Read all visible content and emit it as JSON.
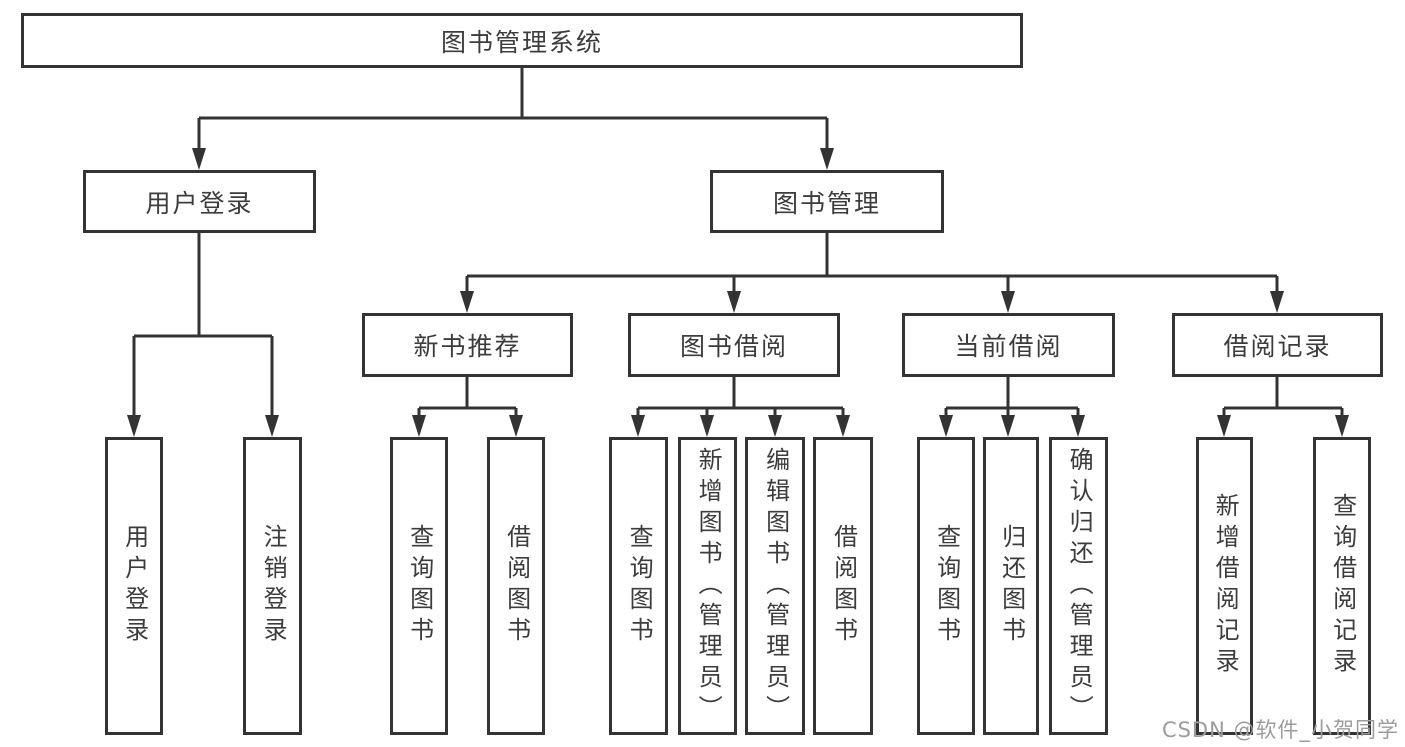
{
  "tree": {
    "root": "图书管理系统",
    "branches": [
      {
        "label": "用户登录",
        "children": [
          "用户登录",
          "注销登录"
        ]
      },
      {
        "label": "图书管理",
        "sections": [
          {
            "label": "新书推荐",
            "children": [
              "查询图书",
              "借阅图书"
            ]
          },
          {
            "label": "图书借阅",
            "children": [
              "查询图书",
              "新增图书（管理员）",
              "编辑图书（管理员）",
              "借阅图书"
            ]
          },
          {
            "label": "当前借阅",
            "children": [
              "查询图书",
              "归还图书",
              "确认归还（管理员）"
            ]
          },
          {
            "label": "借阅记录",
            "children": [
              "新增借阅记录",
              "查询借阅记录"
            ]
          }
        ]
      }
    ]
  },
  "watermark": "CSDN @软件_小贺同学",
  "colors": {
    "line": "#333333",
    "box_border": "#333333",
    "text": "#3c3c3c",
    "watermark": "#9c9c9c",
    "background": "#ffffff"
  }
}
